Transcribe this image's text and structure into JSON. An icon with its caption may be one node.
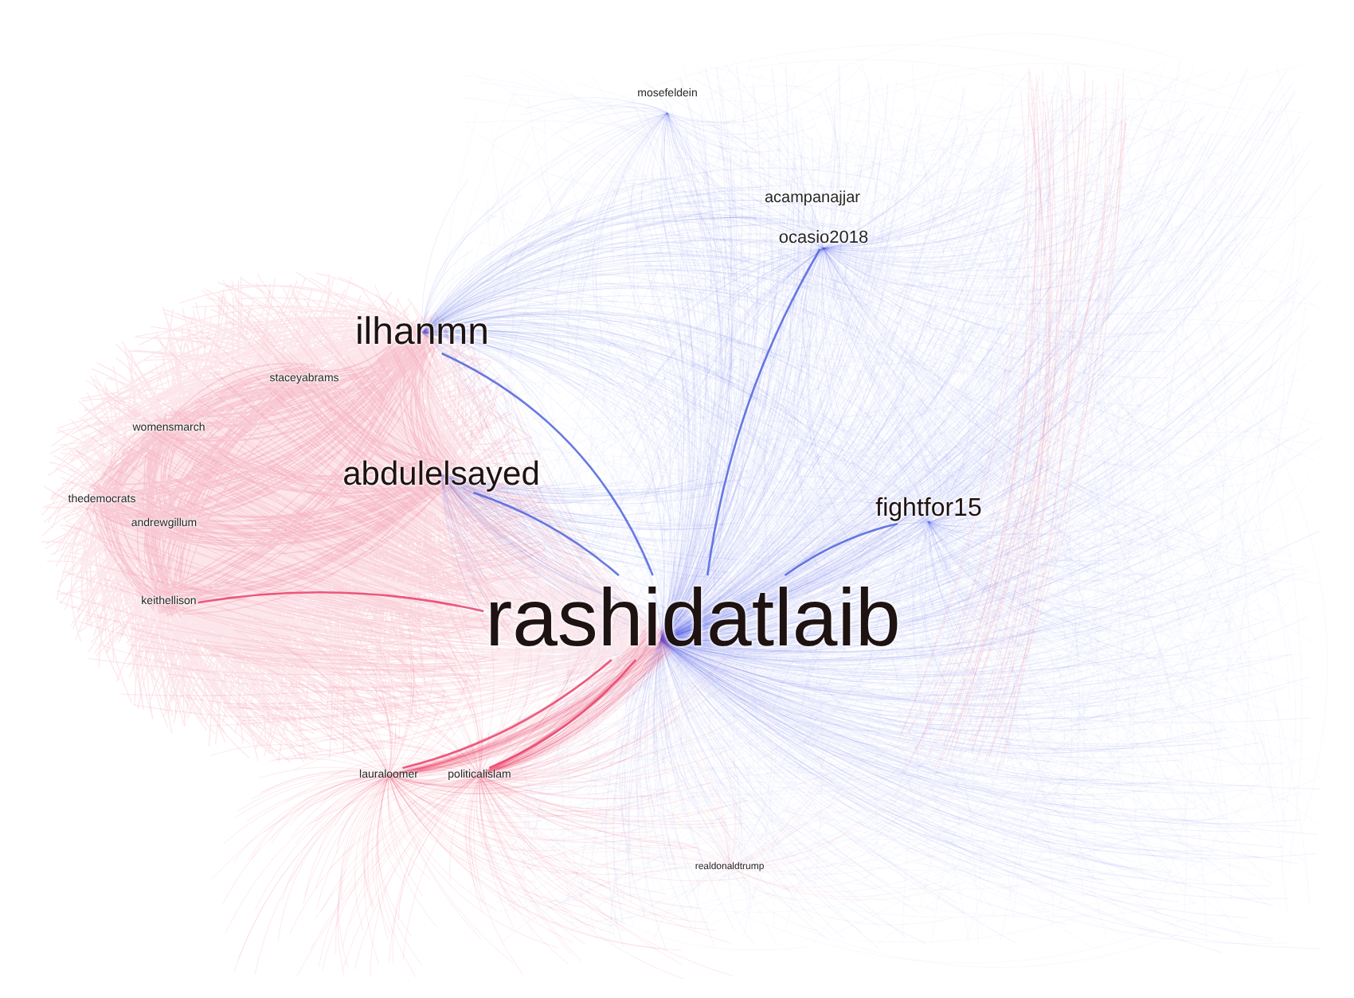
{
  "diagram": {
    "nodes": [
      {
        "text": [
          "mosefeldein"
        ]
      },
      {
        "text": [
          "acampanajjar"
        ]
      },
      {
        "text": [
          "ocasio2018"
        ]
      },
      {
        "text": [
          "ilhanmn"
        ]
      },
      {
        "text": [
          "staceyabrams"
        ]
      },
      {
        "text": [
          "womensmarch"
        ]
      },
      {
        "text": [
          "abdulelsayed"
        ]
      },
      {
        "text": [
          "thedemocrats"
        ]
      },
      {
        "text": [
          "fightfor15"
        ]
      },
      {
        "text": [
          "andrewgillum"
        ]
      },
      {
        "text": [
          "rashidatlaib"
        ]
      },
      {
        "text": [
          "keithellison"
        ]
      },
      {
        "text": [
          "lauraloomer"
        ]
      },
      {
        "text": [
          "politicalislam"
        ]
      },
      {
        "text": [
          "realdonaldtrump"
        ]
      }
    ],
    "edges": [
      {
        "from": 3,
        "to": 10,
        "arrow": "none"
      },
      {
        "from": 6,
        "to": 10,
        "arrow": "none"
      },
      {
        "from": 2,
        "to": 10,
        "arrow": "none"
      },
      {
        "from": 8,
        "to": 10,
        "arrow": "none"
      },
      {
        "from": 11,
        "to": 10,
        "arrow": "none",
        "color": "#e8406a"
      },
      {
        "from": 12,
        "to": 10,
        "arrow": "none",
        "color": "#e8406a"
      },
      {
        "from": 13,
        "to": 10,
        "arrow": "none",
        "color": "#e8406a"
      }
    ]
  }
}
